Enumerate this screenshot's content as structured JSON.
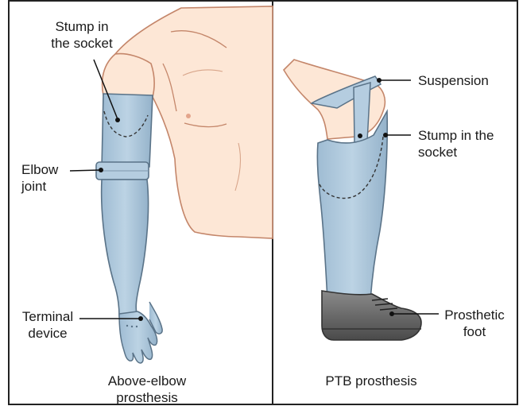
{
  "panels": {
    "left": {
      "caption": "Above-elbow\nprosthesis",
      "labels": {
        "stump": "Stump in\nthe socket",
        "elbow": "Elbow\njoint",
        "terminal": "Terminal\ndevice"
      }
    },
    "right": {
      "caption": "PTB prosthesis",
      "labels": {
        "suspension": "Suspension",
        "stump": "Stump in the\nsocket",
        "foot": "Prosthetic\nfoot"
      }
    }
  },
  "colors": {
    "skin": "#fde7d6",
    "skin_outline": "#c4866a",
    "prosthesis": "#a9c4d9",
    "prosthesis_outline": "#5a7388",
    "shoe": "#6a6a6a",
    "frame": "#222222"
  }
}
